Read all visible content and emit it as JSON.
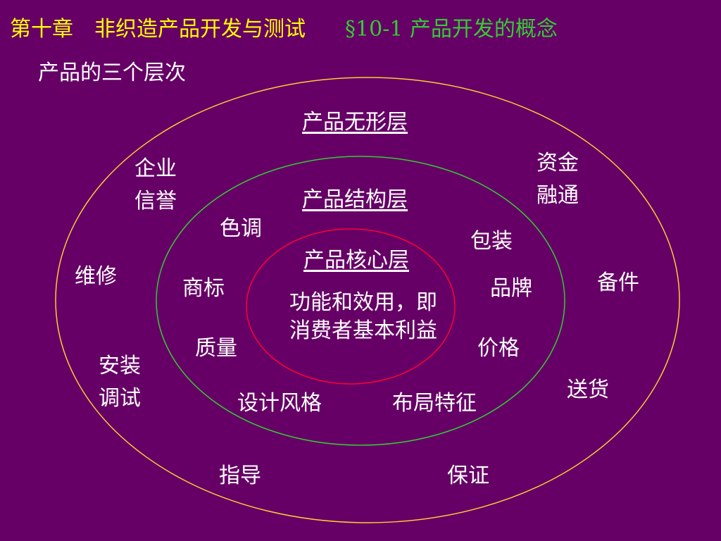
{
  "title": {
    "chapter": "第十章　非织造产品开发与测试",
    "section": "§10-1  产品开发的概念"
  },
  "subtitle": "产品的三个层次",
  "colors": {
    "background": "#660066",
    "title_text": "#ffff00",
    "section_text": "#33cc33",
    "outer_ring": "#ffcc33",
    "middle_ring": "#33cc33",
    "inner_ring": "#ff0033",
    "body_text": "#ffffff"
  },
  "layers": {
    "outer": {
      "name": "产品无形层"
    },
    "middle": {
      "name": "产品结构层"
    },
    "inner": {
      "name": "产品核心层",
      "description_line1": "功能和效用，即",
      "description_line2": "消费者基本利益"
    }
  },
  "outer_items": {
    "credit_line1": "企业",
    "credit_line2": "信誉",
    "finance_line1": "资金",
    "finance_line2": "融通",
    "repair": "维修",
    "spare_parts": "备件",
    "install_line1": "安装",
    "install_line2": "调试",
    "delivery": "送货",
    "guidance": "指导",
    "warranty": "保证"
  },
  "middle_items": {
    "color_tone": "色调",
    "packaging": "包装",
    "trademark": "商标",
    "brand": "品牌",
    "quality": "质量",
    "price": "价格",
    "design_style": "设计风格",
    "layout_features": "布局特征"
  }
}
